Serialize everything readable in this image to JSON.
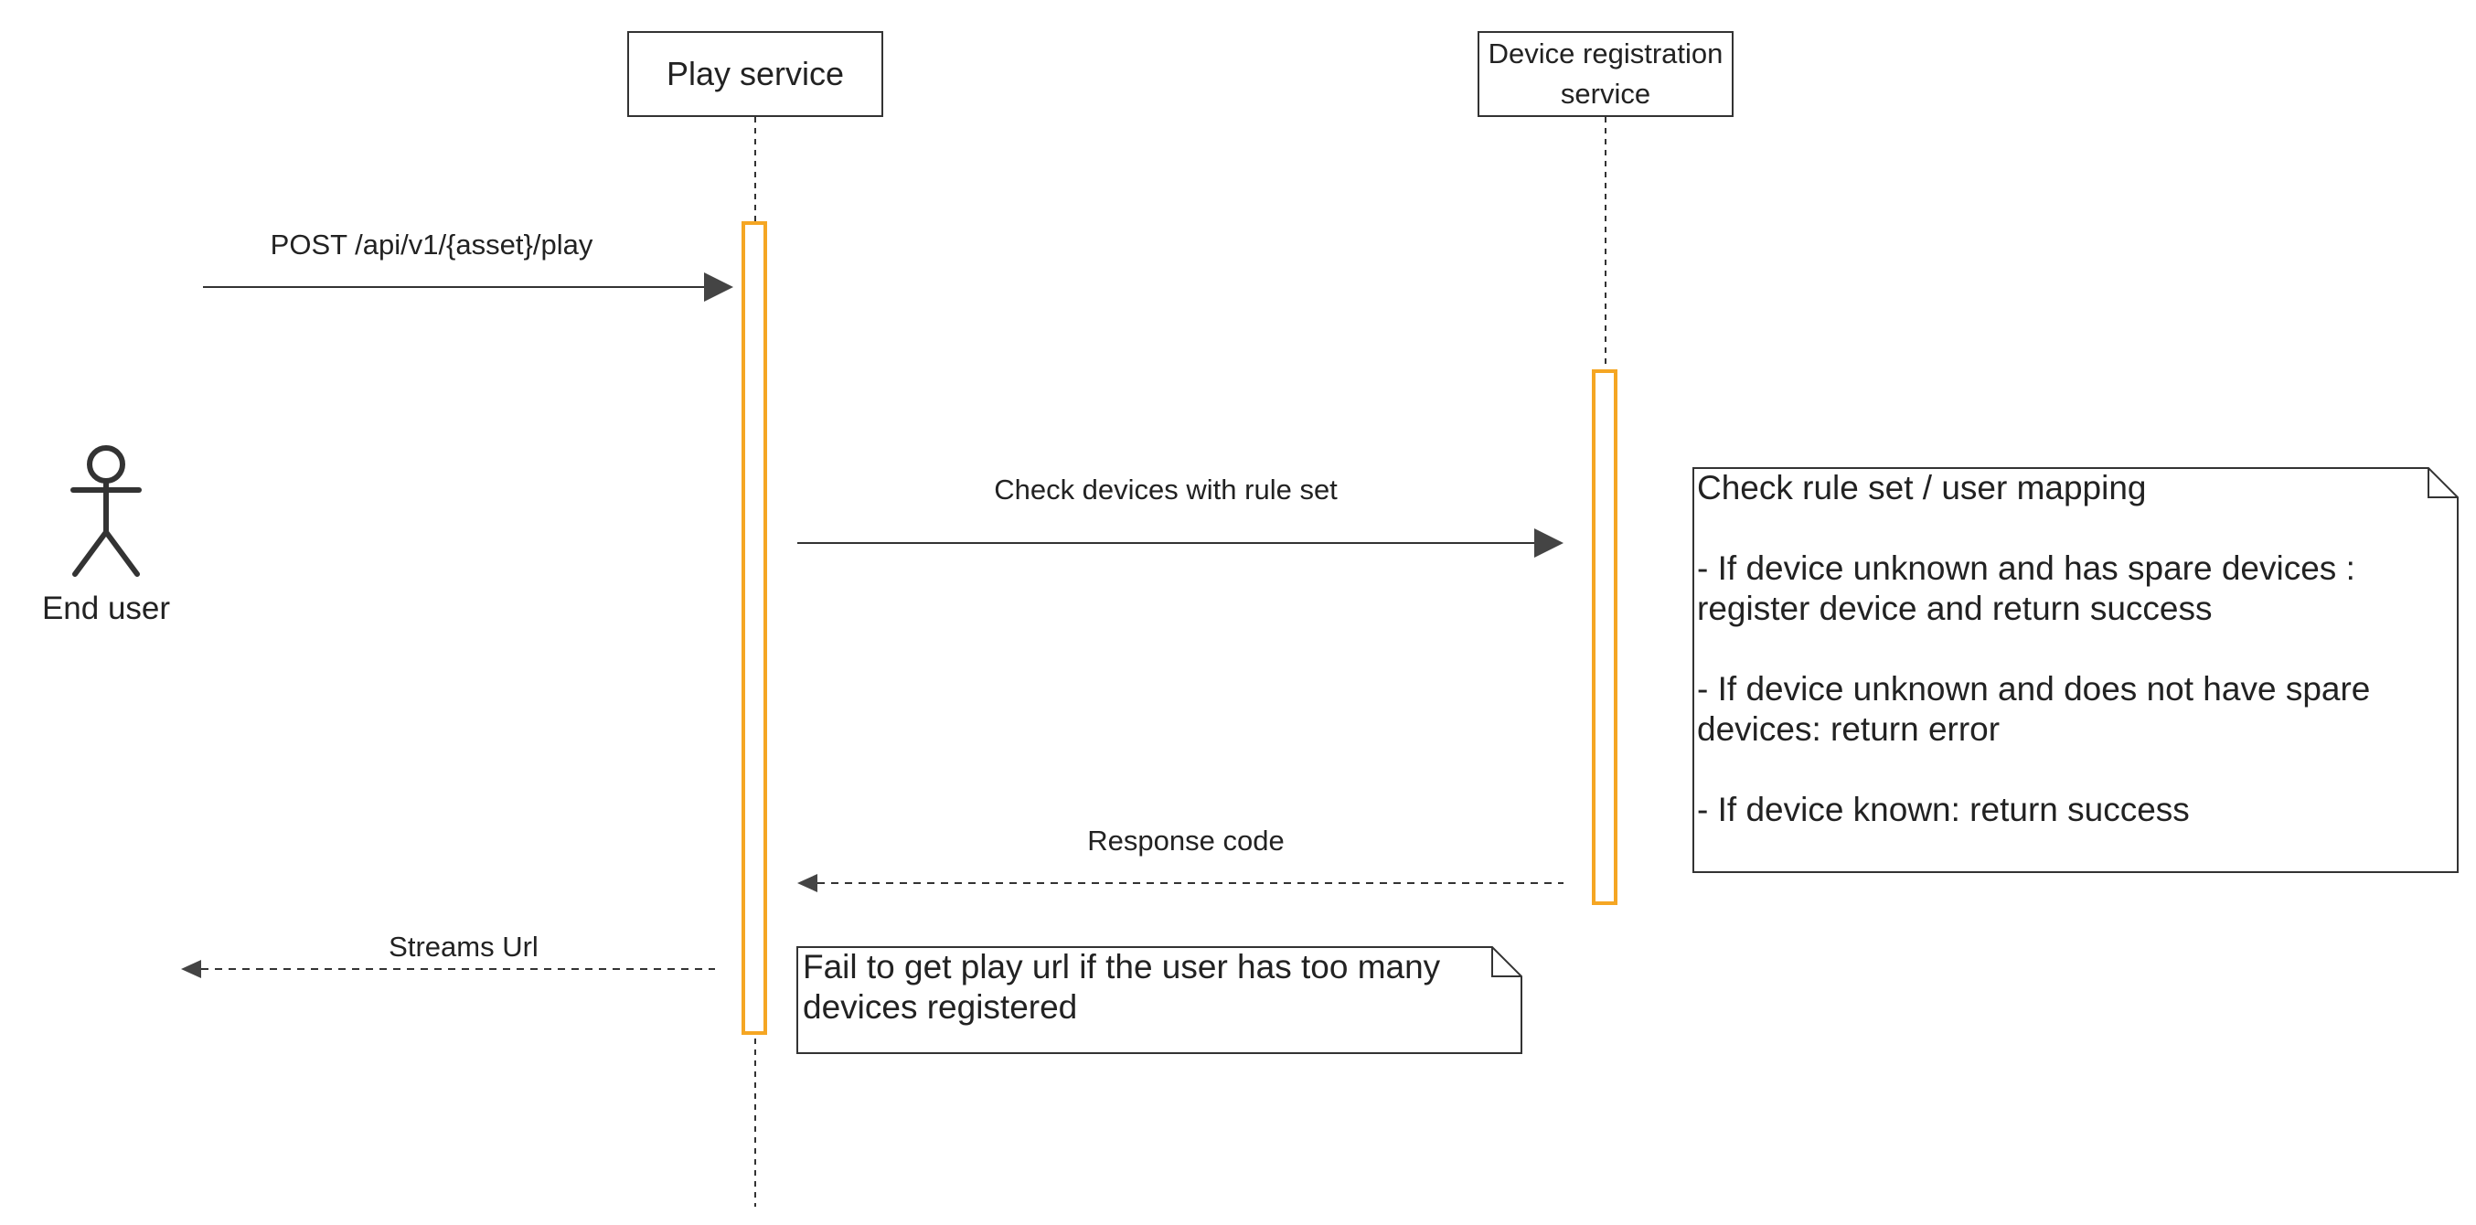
{
  "participants": {
    "actor": {
      "label": "End user"
    },
    "play_service": {
      "label": "Play service"
    },
    "device_registration": {
      "label": "Device registration service"
    }
  },
  "messages": [
    {
      "label": "POST /api/v1/{asset}/play",
      "from": "End user",
      "to": "Play service",
      "style": "solid"
    },
    {
      "label": "Check devices with rule set",
      "from": "Play service",
      "to": "Device registration service",
      "style": "solid"
    },
    {
      "label": "Response code",
      "from": "Device registration service",
      "to": "Play service",
      "style": "dashed"
    },
    {
      "label": "Streams Url",
      "from": "Play service",
      "to": "End user",
      "style": "dashed"
    }
  ],
  "notes": {
    "rules": {
      "lines": [
        "Check rule set / user mapping",
        "",
        "- If device unknown and has spare devices : register device and return success",
        "",
        "- If device unknown and does not have spare devices: return error",
        "",
        "- If device known: return success"
      ]
    },
    "fail": {
      "text": "Fail to get play url if the user has too many devices registered"
    }
  },
  "colors": {
    "activation": "#F5A623",
    "line": "#333333",
    "arrow": "#444444"
  }
}
